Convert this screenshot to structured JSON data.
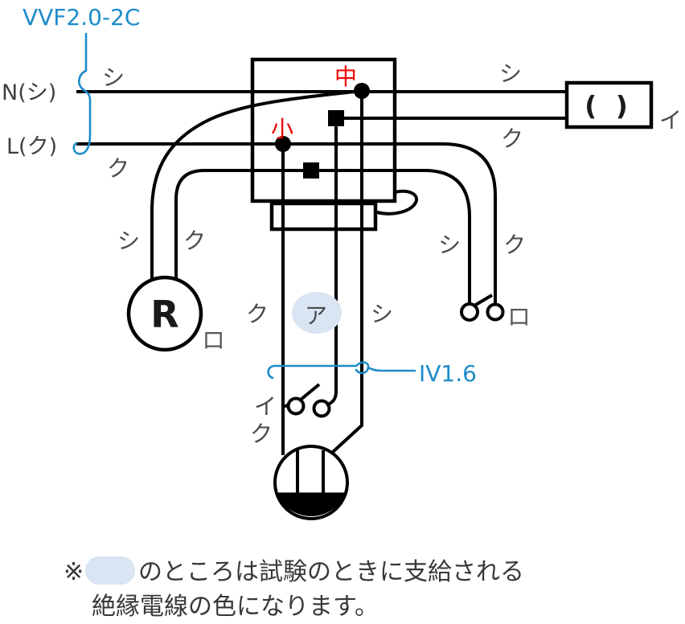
{
  "labels": {
    "cable_top": "VVF2.0-2C",
    "cable_bottom": "IV1.6",
    "source_n": "N(シ)",
    "source_l": "L(ク)",
    "n_wire_color": "シ",
    "l_wire_color": "ク",
    "fixture_top_color": "シ",
    "fixture_bottom_color": "ク",
    "receptacle_left_color": "シ",
    "receptacle_right_color": "ク",
    "switch_ro_left_color": "シ",
    "switch_ro_right_color": "ク",
    "drop_left_color": "ク",
    "drop_mid_color": "ア",
    "drop_right_color": "シ",
    "junction_mid": "中",
    "junction_small": "小",
    "receptacle_letter": "R",
    "receptacle_switch_mark": "ロ",
    "switch_ro_mark": "ロ",
    "switch_i_mark": "イ",
    "switch_i_color": "ク",
    "fixture_symbol": "( )",
    "fixture_mark": "イ"
  },
  "note": {
    "mark": "※",
    "line1": "のところは試験のときに支給される",
    "line2": "絶縁電線の色になります。"
  },
  "colors": {
    "accent_blue": "#1d8bc9",
    "accent_red": "#f30000",
    "highlight_fill": "#d9e5f3",
    "line_black": "#000000",
    "label_gray": "#4a4a4a"
  }
}
